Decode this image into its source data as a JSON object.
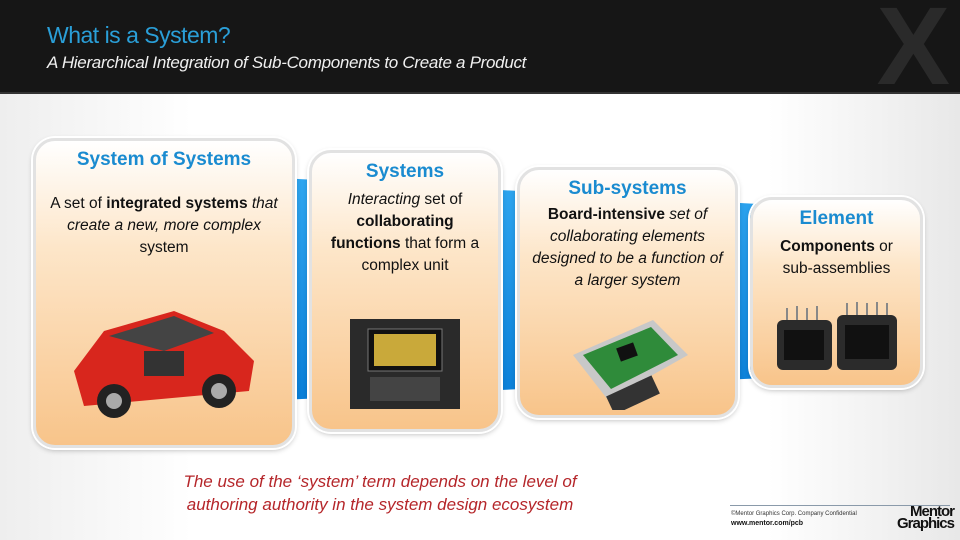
{
  "header": {
    "title": "What is a System?",
    "subtitle": "A Hierarchical Integration of Sub-Components to Create a Product"
  },
  "boxes": [
    {
      "title": "System of Systems",
      "desc": [
        {
          "t": "A set of ",
          "s": ""
        },
        {
          "t": "integrated systems",
          "s": "b"
        },
        {
          "t": " that create a new, more ",
          "s": "i"
        },
        {
          "t": "complex",
          "s": "i"
        },
        {
          "t": " system",
          "s": ""
        }
      ],
      "image": "car-cutaway"
    },
    {
      "title": "Systems",
      "desc": [
        {
          "t": "Interacting",
          "s": "i"
        },
        {
          "t": " set of ",
          "s": ""
        },
        {
          "t": "collaborating functions",
          "s": "b"
        },
        {
          "t": " that form a complex unit",
          "s": ""
        }
      ],
      "image": "dashboard-infotainment"
    },
    {
      "title": "Sub-systems",
      "desc": [
        {
          "t": "Board-intensive",
          "s": "b"
        },
        {
          "t": " set of collaborating elements designed to be a function of a larger system",
          "s": "i"
        }
      ],
      "image": "ecu-circuit-board"
    },
    {
      "title": "Element",
      "desc": [
        {
          "t": "Components",
          "s": "b"
        },
        {
          "t": " or sub-assemblies",
          "s": ""
        }
      ],
      "image": "connector"
    }
  ],
  "note": "The use of the ‘system’ term depends on the level of authoring authority in the system design ecosystem",
  "footer": {
    "copyright": "©Mentor Graphics Corp. Company Confidential",
    "url": "www.mentor.com/pcb",
    "logo": "Mentor Graphics"
  },
  "colors": {
    "accent": "#1a8bd0",
    "note": "#b5262a",
    "band": "#1590e6"
  }
}
